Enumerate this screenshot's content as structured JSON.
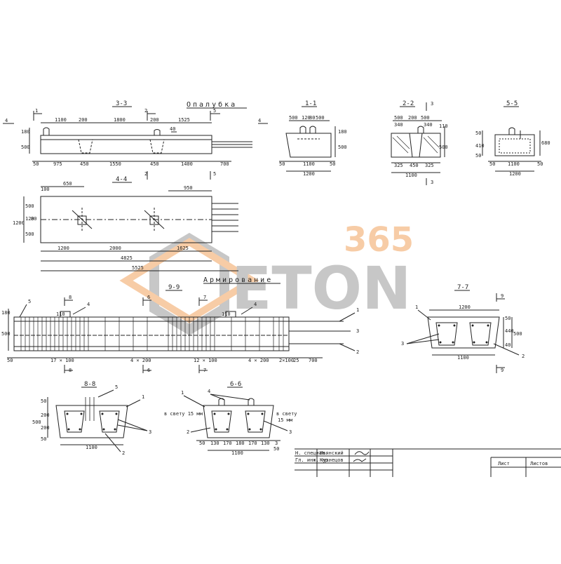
{
  "headings": {
    "formwork": "Опалубка",
    "reinforcement": "Армирование"
  },
  "sections": {
    "s33": "3-3",
    "s44": "4-4",
    "s11": "1-1",
    "s22": "2-2",
    "s55": "5-5",
    "s99": "9-9",
    "s77": "7-7",
    "s88": "8-8",
    "s66": "6-6"
  },
  "marks": {
    "m1": "1",
    "m2": "2",
    "m3": "3",
    "m4": "4",
    "m5": "5",
    "m6": "6",
    "m7": "7",
    "m8": "8",
    "m9": "9"
  },
  "dims_33": {
    "d1100": "1100",
    "d200a": "200",
    "d1800": "1800",
    "d200b": "200",
    "d1525": "1525",
    "d180": "180",
    "d500": "500",
    "d40": "40",
    "d50": "50",
    "d975": "975",
    "d450a": "450",
    "d1550": "1550",
    "d450b": "450",
    "d1400": "1400",
    "d700": "700"
  },
  "dims_44": {
    "d100": "100",
    "d650": "650",
    "d950": "950",
    "d1200v": "1200",
    "d500a": "500",
    "d120": "120",
    "d80": "80",
    "d500b": "500",
    "d1200": "1200",
    "d2000": "2000",
    "d1625": "1625",
    "d4825": "4825",
    "d5525": "5525"
  },
  "dims_11": {
    "d500": "500",
    "d120": "120",
    "d80": "80",
    "d500b": "500",
    "d180": "180",
    "d500v": "500",
    "d50": "50",
    "d1100": "1100",
    "d50b": "50",
    "d1200": "1200"
  },
  "dims_22": {
    "d500": "500",
    "d200": "200",
    "d500b": "500",
    "d340a": "340",
    "d340b": "340",
    "d110": "110",
    "d500v": "500",
    "d325a": "325",
    "d450": "450",
    "d325b": "325",
    "d1100": "1100"
  },
  "dims_55": {
    "d50": "50",
    "d410": "410",
    "d50b": "50",
    "d680": "680",
    "d50c": "50",
    "d1100": "1100",
    "d50d": "50",
    "d1200": "1200"
  },
  "dims_99": {
    "d180": "180",
    "d500": "500",
    "d110a": "110",
    "d110b": "110",
    "d50": "50",
    "s17x100": "17 × 100",
    "s4x200a": "4 × 200",
    "s12x100": "12 × 100",
    "s4x200b": "4 × 200",
    "s2x100": "2×100",
    "d25": "25",
    "d700": "700"
  },
  "dims_77": {
    "d1200": "1200",
    "d50": "50",
    "d440": "440",
    "d500": "500",
    "d40": "40",
    "d1100": "1100"
  },
  "dims_88": {
    "d50": "50",
    "d200a": "200",
    "d200b": "200",
    "d500": "500",
    "d50b": "50",
    "d1100": "1100"
  },
  "dims_66": {
    "clear_left": "в свету 15 мм",
    "clear_right_a": "в свету",
    "clear_right_b": "15 мм",
    "d50": "50",
    "d130a": "130",
    "d170a": "170",
    "d180": "180",
    "d170b": "170",
    "d130b": "130",
    "d50b": "50",
    "d1100": "1100"
  },
  "title_block": {
    "role1": "Н. специал.",
    "name1": "Ивянский",
    "role2": "Гл. инж. пр.",
    "name2": "Кузнецов",
    "sheet": "Лист",
    "sheets": "Листов"
  },
  "watermark": {
    "number": "365",
    "word": "ETON",
    "color_orange": "#f2a35e",
    "color_grey": "#9b9b9b"
  }
}
